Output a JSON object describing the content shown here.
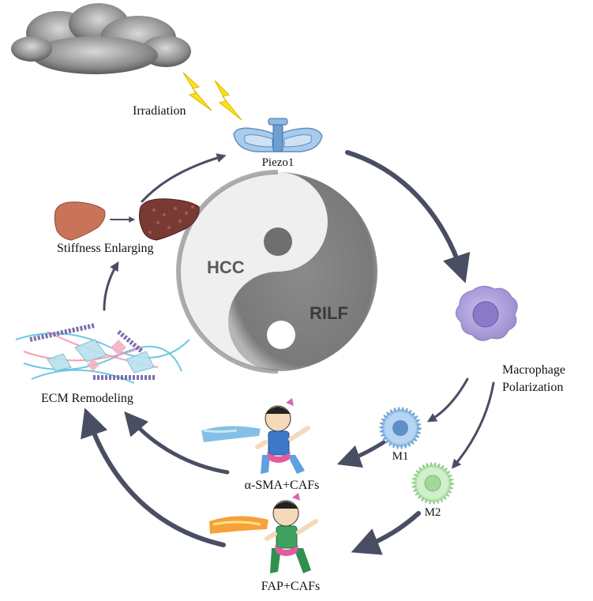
{
  "diagram": {
    "labels": {
      "irradiation": "Irradiation",
      "piezo1": "Piezo1",
      "macrophage_polarization_line1": "Macrophage",
      "macrophage_polarization_line2": "Polarization",
      "m1": "M1",
      "m2": "M2",
      "alpha_sma_cafs": "α-SMA+CAFs",
      "fap_cafs": "FAP+CAFs",
      "ecm_remodeling": "ECM Remodeling",
      "stiffness_enlarging": "Stiffness Enlarging",
      "hcc": "HCC",
      "rilf": "RILF"
    },
    "icons": [
      "cloud-icon",
      "lightning-icon",
      "piezo1-channel-icon",
      "macrophage-icon",
      "m1-macrophage-icon",
      "m2-macrophage-icon",
      "fibroblast-character-icon",
      "ecm-fiber-icon",
      "healthy-liver-icon",
      "fibrotic-liver-icon",
      "yin-yang-symbol"
    ],
    "colors": {
      "arrow": "#4a4e63",
      "lightning": "#f7e31b",
      "piezo": "#8fb9df",
      "macrophage": "#a99ad3",
      "m1": "#8fb5e0",
      "m2": "#a8d9a0",
      "liver_healthy": "#c9745a",
      "liver_fibrotic": "#7a3a34",
      "yin_yang": "#7f7f7f"
    }
  }
}
